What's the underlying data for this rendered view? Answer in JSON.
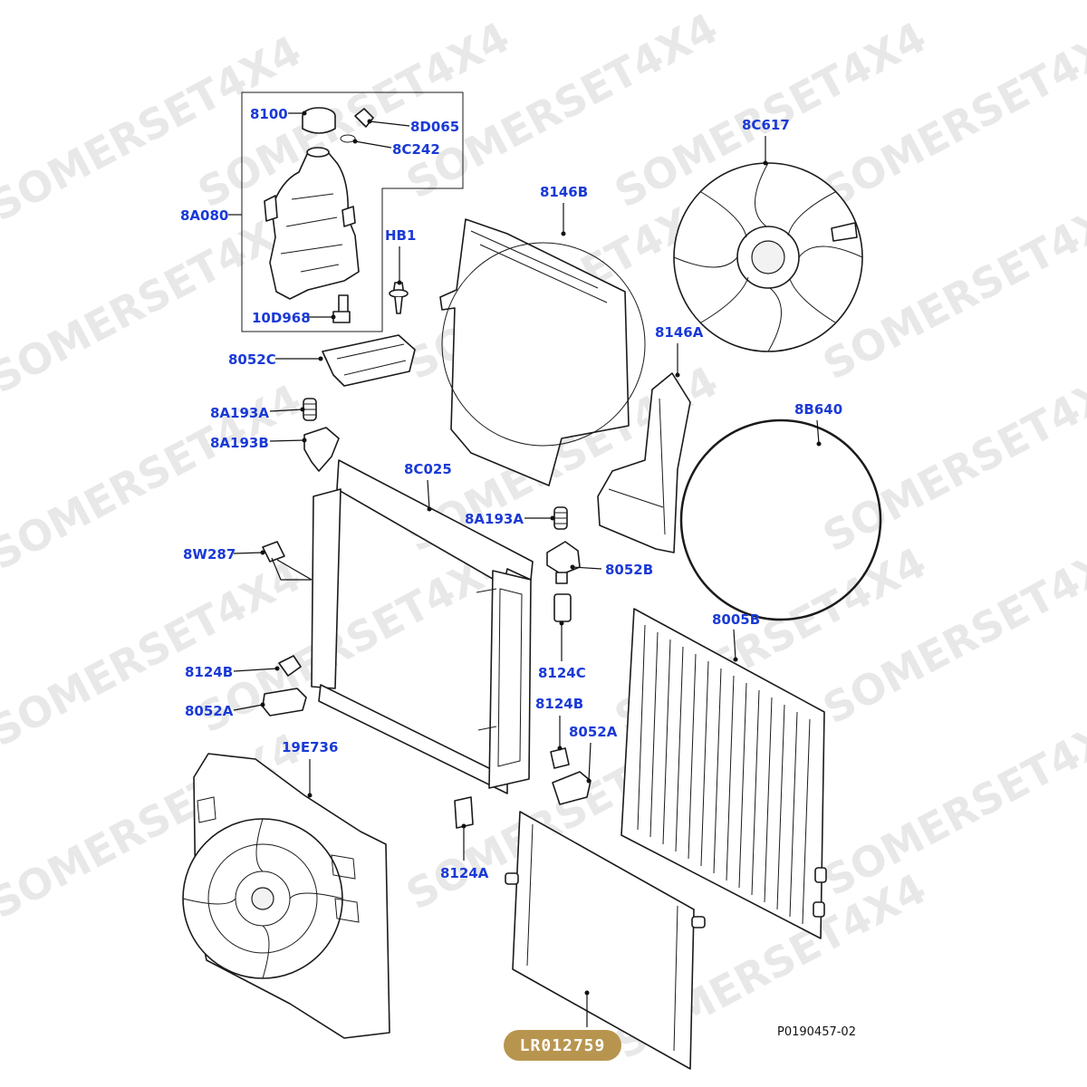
{
  "watermark": "SOMERSET4X4",
  "reference_code": "P0190457-02",
  "part_number_badge": "LR012759",
  "colors": {
    "label": "#1a3ad6",
    "badge": "#b8954f"
  },
  "labels": {
    "l8100": "8100",
    "l8D065": "8D065",
    "l8C242": "8C242",
    "l8A080": "8A080",
    "l10D968": "10D968",
    "lHB1": "HB1",
    "l8052C": "8052C",
    "l8A193A_1": "8A193A",
    "l8A193B": "8A193B",
    "l8146B": "8146B",
    "l8C617": "8C617",
    "l8146A": "8146A",
    "l8B640": "8B640",
    "l8C025": "8C025",
    "l8A193A_2": "8A193A",
    "l8W287": "8W287",
    "l8052B": "8052B",
    "l8005B": "8005B",
    "l8124B_1": "8124B",
    "l8124C": "8124C",
    "l8052A_1": "8052A",
    "l8124B_2": "8124B",
    "l8052A_2": "8052A",
    "l19E736": "19E736",
    "l8124A": "8124A"
  }
}
